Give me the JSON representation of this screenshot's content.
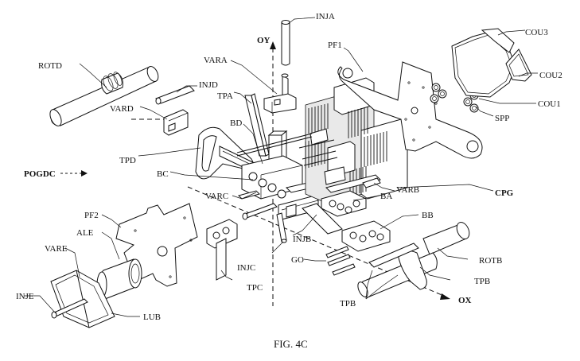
{
  "figure": {
    "caption": "FIG. 4C",
    "labels": {
      "inja": "INJA",
      "oy": "OY",
      "vara": "VARA",
      "pf1": "PF1",
      "cou3": "COU3",
      "cou2": "COU2",
      "cou1": "COU1",
      "spp": "SPP",
      "rotd": "ROTD",
      "injd": "INJD",
      "tpa": "TPA",
      "vard": "VARD",
      "bd": "BD",
      "tpd": "TPD",
      "bc": "BC",
      "pogdc": "POGDC",
      "cpg": "CPG",
      "varb": "VARB",
      "varc": "VARC",
      "ba": "BA",
      "bb": "BB",
      "pf2": "PF2",
      "injb": "INJB",
      "ale": "ALE",
      "vare": "VARE",
      "rotb": "ROTB",
      "go": "GO",
      "injc": "INJC",
      "tpb_right": "TPB",
      "tpb_bottom": "TPB",
      "tpc": "TPC",
      "inje": "INJE",
      "lub": "LUB",
      "ox": "OX"
    }
  }
}
